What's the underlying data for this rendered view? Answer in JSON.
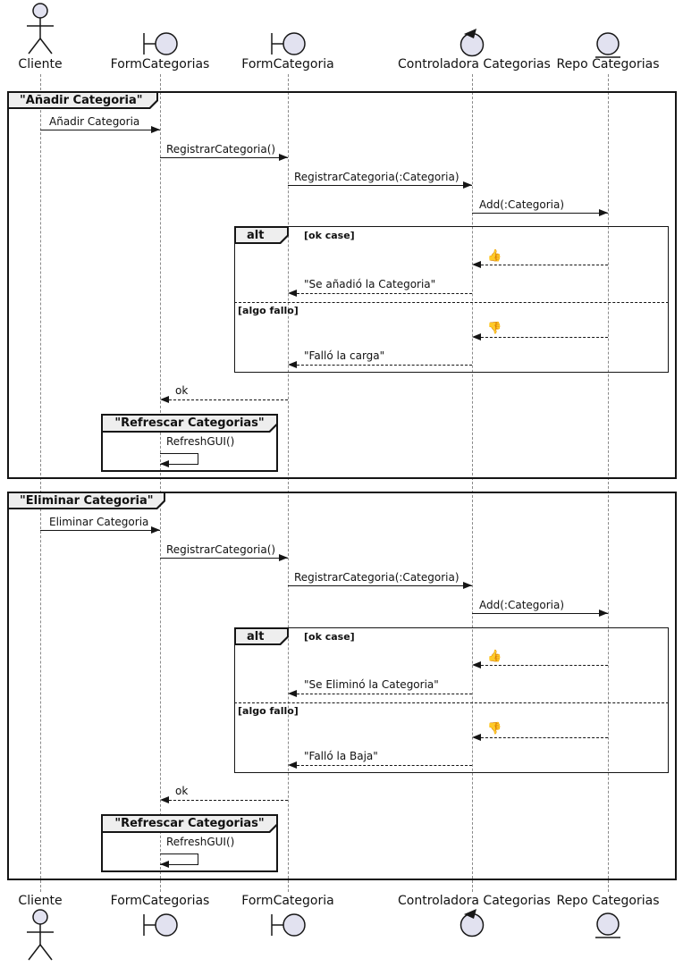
{
  "colors": {
    "participant_fill": "#E2E2F0",
    "stroke": "#181818",
    "frame_tab_bg": "#EEEEEE",
    "frame_border": "#151515"
  },
  "participants": [
    {
      "label": "Cliente",
      "icon": "actor-icon"
    },
    {
      "label": "FormCategorias",
      "icon": "boundary-icon"
    },
    {
      "label": "FormCategoria",
      "icon": "boundary-icon"
    },
    {
      "label": "Controladora Categorias",
      "icon": "control-icon"
    },
    {
      "label": "Repo Categorias",
      "icon": "entity-icon"
    }
  ],
  "frame1": {
    "title": "\"Añadir Categoria\"",
    "m1": "Añadir Categoria",
    "m2": "RegistrarCategoria()",
    "m3": "RegistrarCategoria(:Categoria)",
    "m4": "Add(:Categoria)",
    "alt": {
      "operator": "alt",
      "guard_ok": "[ok case]",
      "thumb_up": "👍",
      "ok_msg": "\"Se añadió la Categoria\"",
      "guard_fail": "[algo fallo]",
      "thumb_down": "👎",
      "fail_msg": "\"Falló la carga\""
    },
    "return_ok": "ok",
    "sub_frame": {
      "title": "\"Refrescar Categorias\"",
      "self_msg": "RefreshGUI()"
    }
  },
  "frame2": {
    "title": "\"Eliminar Categoria\"",
    "m1": "Eliminar Categoria",
    "m2": "RegistrarCategoria()",
    "m3": "RegistrarCategoria(:Categoria)",
    "m4": "Add(:Categoria)",
    "alt": {
      "operator": "alt",
      "guard_ok": "[ok case]",
      "thumb_up": "👍",
      "ok_msg": "\"Se Eliminó la Categoria\"",
      "guard_fail": "[algo fallo]",
      "thumb_down": "👎",
      "fail_msg": "\"Falló la Baja\""
    },
    "return_ok": "ok",
    "sub_frame": {
      "title": "\"Refrescar Categorias\"",
      "self_msg": "RefreshGUI()"
    }
  }
}
